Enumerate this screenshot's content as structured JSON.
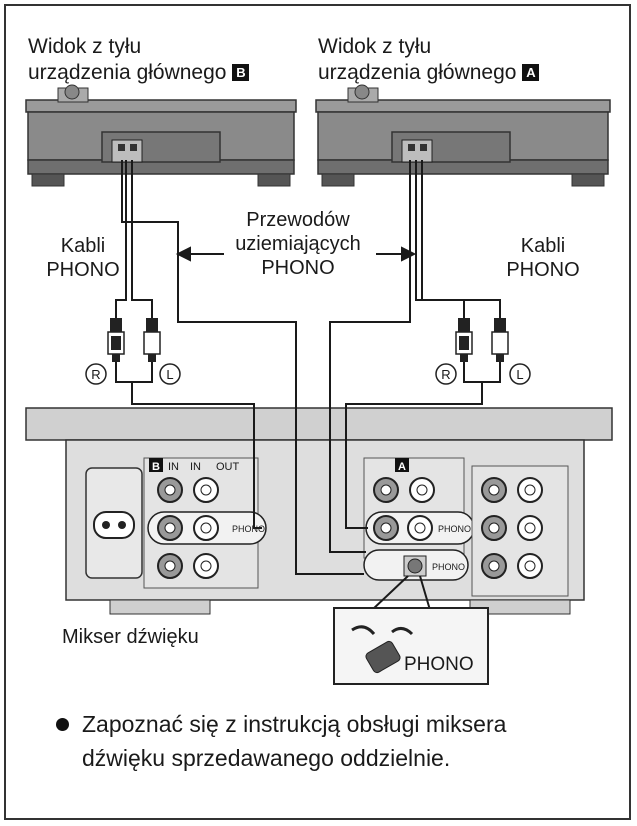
{
  "labels": {
    "rear_view_b_line1": "Widok z tyłu",
    "rear_view_b_line2": "urządzenia głównego",
    "rear_view_b_badge": "B",
    "rear_view_a_line1": "Widok z tyłu",
    "rear_view_a_line2": "urządzenia głównego",
    "rear_view_a_badge": "A",
    "phono_cables_left_line1": "Kabli",
    "phono_cables_left_line2": "PHONO",
    "phono_cables_right_line1": "Kabli",
    "phono_cables_right_line2": "PHONO",
    "ground_wires_line1": "Przewodów",
    "ground_wires_line2": "uziemiających",
    "ground_wires_line3": "PHONO",
    "plug_r_left": "R",
    "plug_l_left": "L",
    "plug_r_right": "R",
    "plug_l_right": "L",
    "mixer_label": "Mikser dźwięku",
    "mixer_badge_b": "B",
    "mixer_badge_a": "A",
    "mixer_in_1": "IN",
    "mixer_in_2": "IN",
    "mixer_out": "OUT",
    "mixer_phono_b": "PHONO",
    "mixer_phono_a": "PHONO",
    "mixer_phono_gnd": "PHONO",
    "zoom_phono": "PHONO"
  },
  "note": {
    "text_line1": "Zapoznać się z instrukcją obsługi miksera",
    "text_line2": "dźwięku sprzedawanego oddzielnie."
  },
  "colors": {
    "device_fill": "#8a8a8a",
    "device_dark": "#555555",
    "mixer_fill": "#d9d9d9",
    "wire": "#1a1a1a"
  }
}
